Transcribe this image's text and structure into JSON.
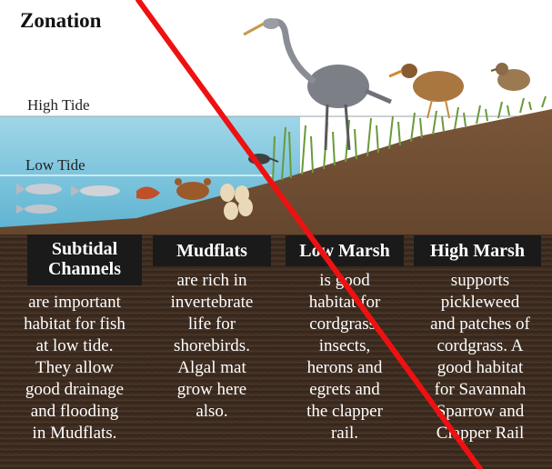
{
  "title": "Zonation",
  "tides": {
    "high": "High Tide",
    "low": "Low Tide"
  },
  "zones": [
    {
      "name": "Subtidal\nChannels",
      "description": "are important\nhabitat for fish\nat low tide.\nThey allow\ngood drainage\nand flooding\nin Mudflats."
    },
    {
      "name": "Mudflats",
      "description": "are rich in\ninvertebrate\nlife for\nshorebirds.\nAlgal mat\ngrow here\nalso."
    },
    {
      "name": "Low Marsh",
      "description": "is good\nhabitat for\ncordgrass,\ninsects,\nherons and\negrets and\nthe clapper\nrail."
    },
    {
      "name": "High Marsh",
      "description": "supports\npickleweed\nand patches of\ncordgrass. A\ngood habitat\nfor Savannah\nSparrow and\nClapper Rail"
    }
  ],
  "colors": {
    "water": "#7fc6de",
    "mud": "#5a3e2b",
    "slash": "#ee1111",
    "header_bg": "#1a1a1a",
    "marsh_grass": "#6a9a3a"
  },
  "icons": [
    "heron-icon",
    "clapper-rail-icon",
    "sparrow-icon",
    "fish-icon",
    "crab-icon",
    "egg-icon"
  ]
}
